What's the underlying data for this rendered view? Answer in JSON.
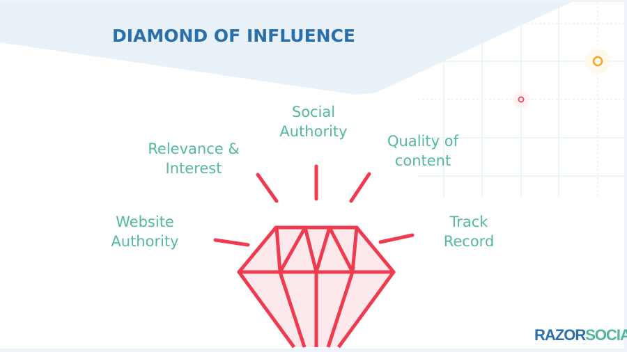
{
  "title": "DIAMOND OF INFLUENCE",
  "labels": {
    "social_authority": [
      "Social",
      "Authority"
    ],
    "relevance_interest": [
      "Relevance &",
      "Interest"
    ],
    "quality_content": [
      "Quality of",
      "content"
    ],
    "website_authority": [
      "Website",
      "Authority"
    ],
    "track_record": [
      "Track",
      "Record"
    ]
  },
  "logo": {
    "part1": "RAZOR",
    "part2": "SOCIAL"
  },
  "colors": {
    "title": "#2a6fa8",
    "label": "#52b8a0",
    "diamond": "#ef3b50",
    "diamond_fill": "#fde9ec",
    "accent_orange": "#f5a623"
  }
}
